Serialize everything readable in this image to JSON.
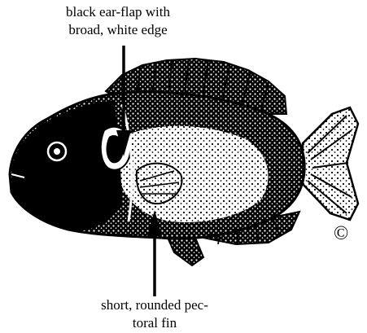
{
  "callouts": {
    "ear_flap_line1": "black ear-flap with",
    "ear_flap_line2": "broad, white edge",
    "pectoral_line1": "short, rounded pec-",
    "pectoral_line2": "toral fin"
  },
  "copyright_symbol": "©",
  "colors": {
    "ink": "#000000",
    "paper": "#ffffff"
  }
}
